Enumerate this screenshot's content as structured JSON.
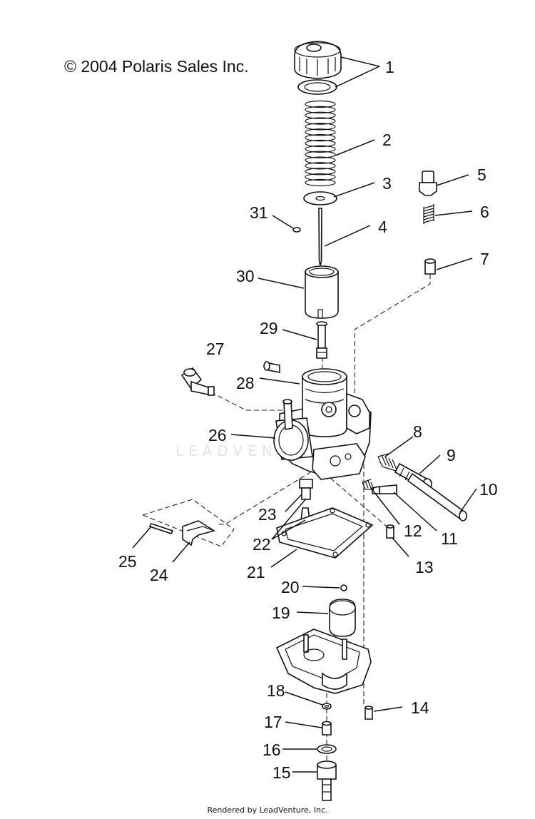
{
  "copyright": "© 2004 Polaris Sales Inc.",
  "watermark": "LEADVENTURE",
  "footer": "Rendered by LeadVenture, Inc.",
  "callouts": [
    "1",
    "2",
    "3",
    "4",
    "5",
    "6",
    "7",
    "8",
    "9",
    "10",
    "11",
    "12",
    "13",
    "14",
    "15",
    "16",
    "17",
    "18",
    "19",
    "20",
    "21",
    "22",
    "23",
    "24",
    "25",
    "26",
    "27",
    "28",
    "29",
    "30",
    "31"
  ]
}
